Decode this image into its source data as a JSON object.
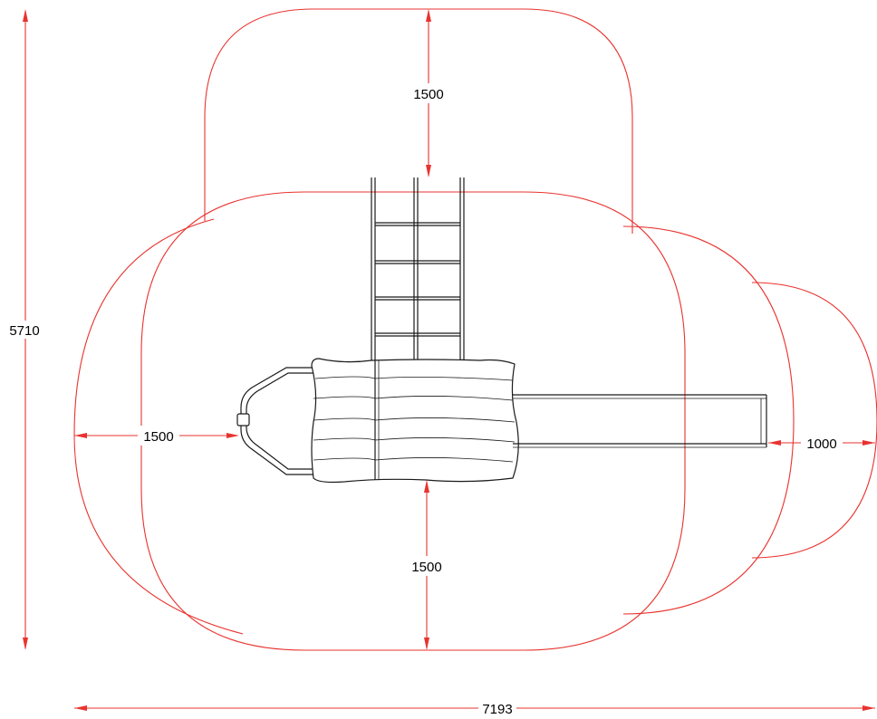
{
  "dimensions": {
    "overall_height": "5710",
    "overall_width": "7193",
    "top_clearance": "1500",
    "left_clearance": "1500",
    "bottom_clearance": "1500",
    "right_clearance": "1000"
  },
  "colors": {
    "safety_zone": "#e8332f",
    "equipment": "#1a1a1a",
    "background": "#ffffff"
  }
}
